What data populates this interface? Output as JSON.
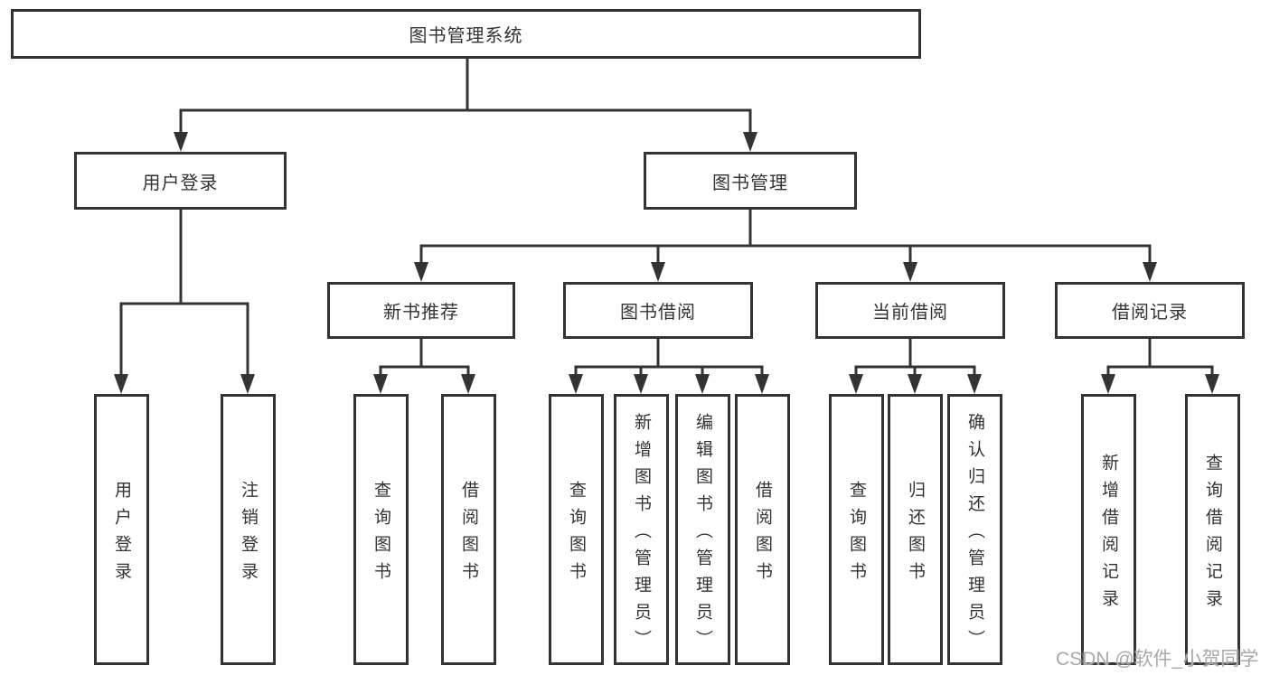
{
  "tree": {
    "label": "图书管理系统",
    "children": [
      {
        "label": "用户登录",
        "children": [
          {
            "label": "用户登录"
          },
          {
            "label": "注销登录"
          }
        ]
      },
      {
        "label": "图书管理",
        "children": [
          {
            "label": "新书推荐",
            "children": [
              {
                "label": "查询图书"
              },
              {
                "label": "借阅图书"
              }
            ]
          },
          {
            "label": "图书借阅",
            "children": [
              {
                "label": "查询图书"
              },
              {
                "label": "新增图书（管理员）"
              },
              {
                "label": "编辑图书（管理员）"
              },
              {
                "label": "借阅图书"
              }
            ]
          },
          {
            "label": "当前借阅",
            "children": [
              {
                "label": "查询图书"
              },
              {
                "label": "归还图书"
              },
              {
                "label": "确认归还（管理员）"
              }
            ]
          },
          {
            "label": "借阅记录",
            "children": [
              {
                "label": "新增借阅记录"
              },
              {
                "label": "查询借阅记录"
              }
            ]
          }
        ]
      }
    ]
  },
  "watermark": {
    "text": "CSDN @软件_小贺同学"
  },
  "colors": {
    "line": "#333333",
    "box_border": "#333333",
    "box_background": "#ffffff",
    "text": "#333333",
    "watermark": "#a8a8a8"
  }
}
